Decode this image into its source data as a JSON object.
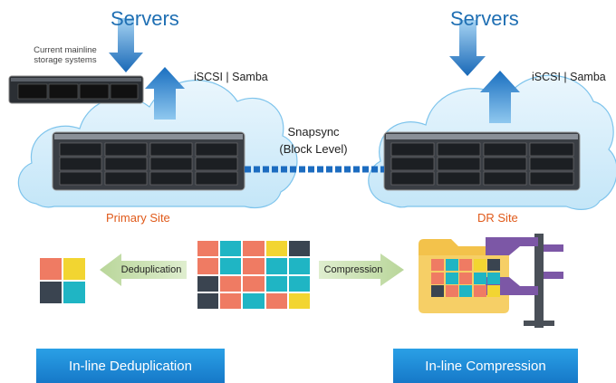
{
  "left": {
    "servers_label": "Servers",
    "protocol_label": "iSCSI | Samba",
    "site_label": "Primary Site",
    "mainline_label_1": "Current mainline",
    "mainline_label_2": "storage systems"
  },
  "right": {
    "servers_label": "Servers",
    "protocol_label": "iSCSI | Samba",
    "site_label": "DR Site"
  },
  "link": {
    "line1": "Snapsync",
    "line2": "(Block Level)"
  },
  "dedup_arrow_label": "Deduplication",
  "compress_arrow_label": "Compression",
  "banners": {
    "left": "In-line Deduplication",
    "right": "In-line Compression"
  },
  "colors": {
    "salmon": "#ef7b63",
    "teal": "#1fb5c4",
    "yellow": "#f2d531",
    "dark": "#3a4450",
    "accent": "#1f6fb3",
    "site": "#e05a1a",
    "folder": "#f6cf66",
    "purple": "#7c57a6"
  },
  "grid_colors": [
    [
      "salmon",
      "teal",
      "salmon",
      "yellow",
      "dark"
    ],
    [
      "salmon",
      "teal",
      "salmon",
      "teal",
      "teal"
    ],
    [
      "dark",
      "salmon",
      "salmon",
      "teal",
      "teal"
    ],
    [
      "dark",
      "salmon",
      "teal",
      "salmon",
      "yellow"
    ]
  ],
  "dedup_colors": [
    [
      "salmon",
      "yellow"
    ],
    [
      "dark",
      "teal"
    ]
  ],
  "folder_grid_colors": [
    [
      "salmon",
      "teal",
      "salmon",
      "yellow",
      "dark"
    ],
    [
      "salmon",
      "teal",
      "salmon",
      "teal",
      "teal"
    ],
    [
      "dark",
      "salmon",
      "teal",
      "salmon",
      "yellow"
    ]
  ]
}
